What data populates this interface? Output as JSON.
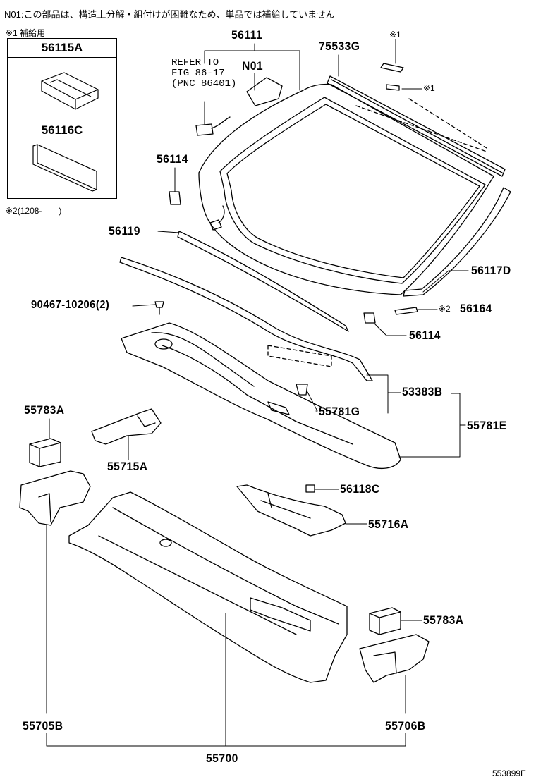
{
  "header_note": "N01:この部品は、構造上分解・組付けが困難なため、単品では補給していません",
  "supply_note": "※1 補給用",
  "kit_box": {
    "part_a": "56115A",
    "part_b": "56116C"
  },
  "footnote": "※2(1208-　　)",
  "refer_note": "REFER TO\nFIG 86-17\n(PNC 86401)",
  "labels": {
    "p56111": "56111",
    "n01": "N01",
    "p75533G": "75533G",
    "mark1_top": "※1",
    "mark1_right": "※1",
    "p56114_top": "56114",
    "p56119": "56119",
    "p56117D": "56117D",
    "p90467": "90467-10206(2)",
    "mark2": "※2",
    "p56164": "56164",
    "p56114_bottom": "56114",
    "p53383B": "53383B",
    "p55781G": "55781G",
    "p55781E": "55781E",
    "p55783A_left": "55783A",
    "p55715A": "55715A",
    "p56118C": "56118C",
    "p55716A": "55716A",
    "p55783A_right": "55783A",
    "p55705B": "55705B",
    "p55706B": "55706B",
    "p55700": "55700"
  },
  "figure_code": "553899E"
}
